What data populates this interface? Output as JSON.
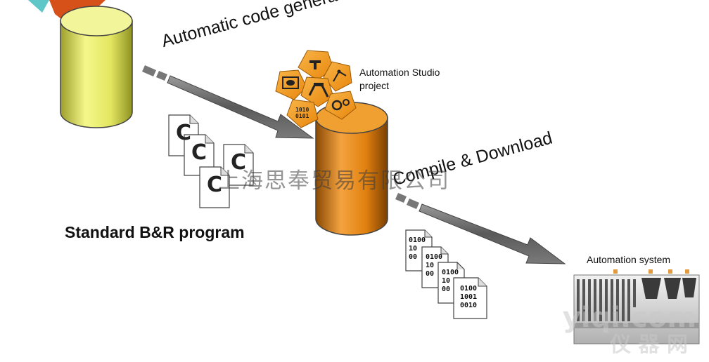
{
  "labels": {
    "auto_code": "Automatic code generation",
    "compile": "Compile & Download",
    "as_project_line1": "Automation Studio",
    "as_project_line2": "project",
    "standard_program": "Standard B&R program",
    "automation_system": "Automation system"
  },
  "watermark": {
    "center": "上海思奉贸易有限公司",
    "corner_top": "yiqi.com",
    "corner_bottom": "仪 器 网"
  },
  "c_docs": {
    "glyph": "C"
  },
  "binary_docs": {
    "line1": "0100",
    "line2": "1001",
    "line3": "0010",
    "line1_short": "0100",
    "line2_short": "10",
    "line3_short": "00"
  },
  "colors": {
    "cylinder_yellow": "#e8ee6a",
    "cylinder_orange": "#e98a16",
    "arrow_gray": "#6e6e6e",
    "icon_orange": "#f29a1e"
  },
  "icons": [
    "pointer-icon",
    "hmi-eye-icon",
    "motion-icon",
    "robot-arm-icon",
    "binary-icon",
    "gears-icon"
  ]
}
